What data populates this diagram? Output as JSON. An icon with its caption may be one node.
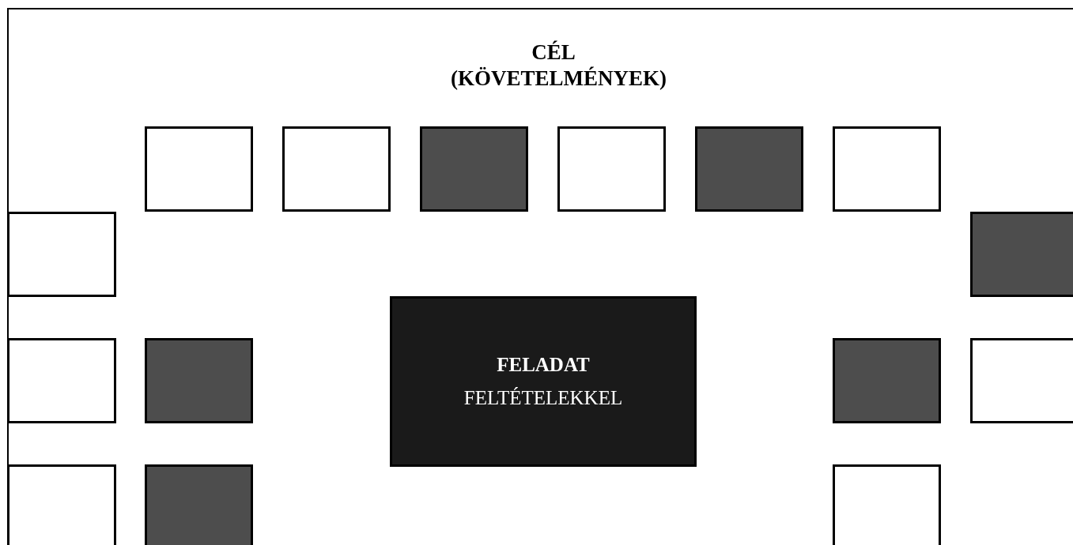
{
  "diagram": {
    "title": "CÉL (KÖVETELMÉNYEK)",
    "nodes": [
      {
        "text": [],
        "shape": "box"
      },
      {
        "text": [],
        "shape": "box"
      },
      {
        "text": [],
        "shape": "box"
      },
      {
        "text": [],
        "shape": "box"
      },
      {
        "text": [],
        "shape": "box"
      },
      {
        "text": [],
        "shape": "box"
      },
      {
        "text": [],
        "shape": "box"
      },
      {
        "text": [],
        "shape": "box"
      },
      {
        "text": [
          "FELADAT",
          "FELTÉTELEKKEL"
        ]
      },
      {
        "text": [],
        "shape": "box"
      },
      {
        "text": [],
        "shape": "box"
      },
      {
        "text": [],
        "shape": "box"
      },
      {
        "text": [],
        "shape": "box"
      },
      {
        "text": [],
        "shape": "box"
      },
      {
        "text": [],
        "shape": "box"
      },
      {
        "text": [],
        "shape": "box"
      }
    ],
    "edges": []
  }
}
